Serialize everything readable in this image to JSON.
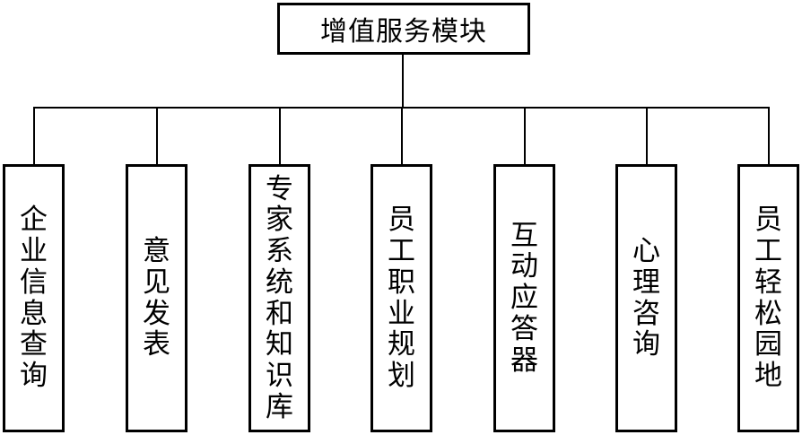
{
  "root": {
    "label": "增值服务模块"
  },
  "children": [
    {
      "label": "企业信息查询"
    },
    {
      "label": "意见发表"
    },
    {
      "label": "专家系统和知识库"
    },
    {
      "label": "员工职业规划"
    },
    {
      "label": "互动应答器"
    },
    {
      "label": "心理咨询"
    },
    {
      "label": "员工轻松园地"
    }
  ]
}
